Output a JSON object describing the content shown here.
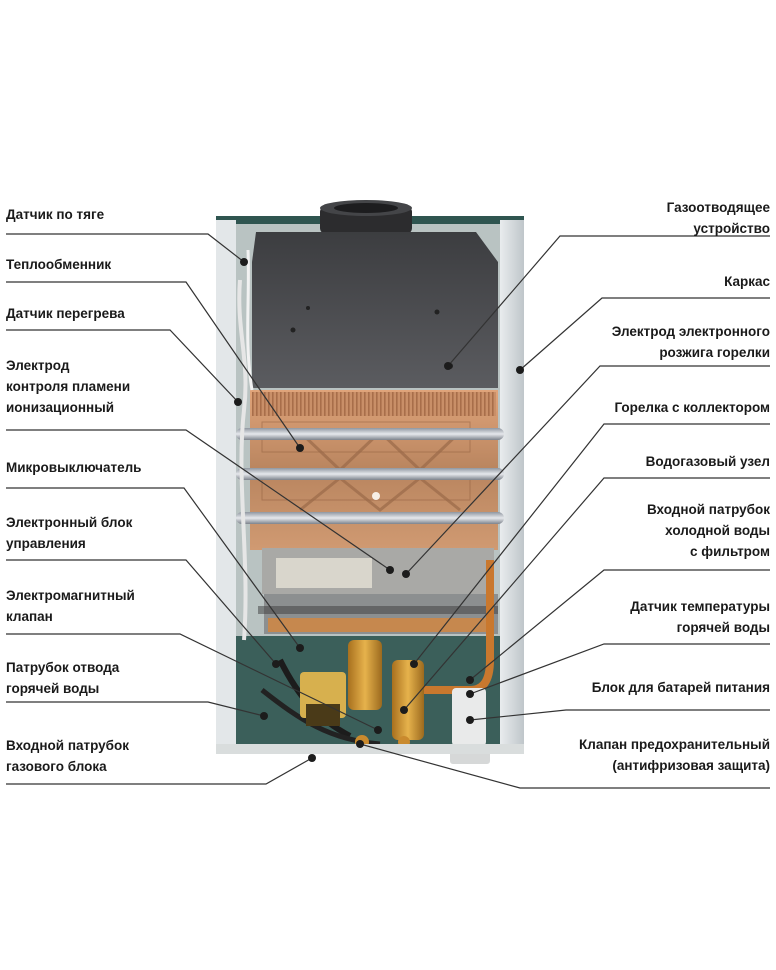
{
  "left_labels": [
    {
      "id": "draft-sensor",
      "lines": [
        "Датчик по тяге"
      ]
    },
    {
      "id": "heat-exchanger",
      "lines": [
        "Теплообменник"
      ]
    },
    {
      "id": "overheat-sensor",
      "lines": [
        "Датчик перегрева"
      ]
    },
    {
      "id": "ionization-electrode",
      "lines": [
        "Электрод",
        "контроля пламени",
        "ионизационный"
      ]
    },
    {
      "id": "microswitch",
      "lines": [
        "Микровыключатель"
      ]
    },
    {
      "id": "control-unit",
      "lines": [
        "Электронный блок",
        "управления"
      ]
    },
    {
      "id": "solenoid-valve",
      "lines": [
        "Электромагнитный",
        "клапан"
      ]
    },
    {
      "id": "hot-water-outlet",
      "lines": [
        "Патрубок отвода",
        "горячей воды"
      ]
    },
    {
      "id": "gas-inlet",
      "lines": [
        "Входной патрубок",
        "газового блока"
      ]
    }
  ],
  "right_labels": [
    {
      "id": "flue-device",
      "lines": [
        "Газоотводящее",
        "устройство"
      ]
    },
    {
      "id": "frame",
      "lines": [
        "Каркас"
      ]
    },
    {
      "id": "ignition-electrode",
      "lines": [
        "Электрод электронного",
        "розжига горелки"
      ]
    },
    {
      "id": "burner",
      "lines": [
        "Горелка с коллектором"
      ]
    },
    {
      "id": "water-gas-unit",
      "lines": [
        "Водогазовый узел"
      ]
    },
    {
      "id": "cold-water-inlet",
      "lines": [
        "Входной патрубок",
        "холодной воды",
        "с фильтром"
      ]
    },
    {
      "id": "hot-water-sensor",
      "lines": [
        "Датчик температуры",
        "горячей воды"
      ]
    },
    {
      "id": "battery-box",
      "lines": [
        "Блок для батарей питания"
      ]
    },
    {
      "id": "safety-valve",
      "lines": [
        "Клапан предохранительный",
        "(антифризовая защита)"
      ]
    }
  ],
  "colors": {
    "casing": "#2f5550",
    "casing_light": "#5f807b",
    "hood": "#4a4b4e",
    "exchanger_copper": "#c98a5b",
    "brass": "#c9902e",
    "leader_line": "#333333"
  }
}
